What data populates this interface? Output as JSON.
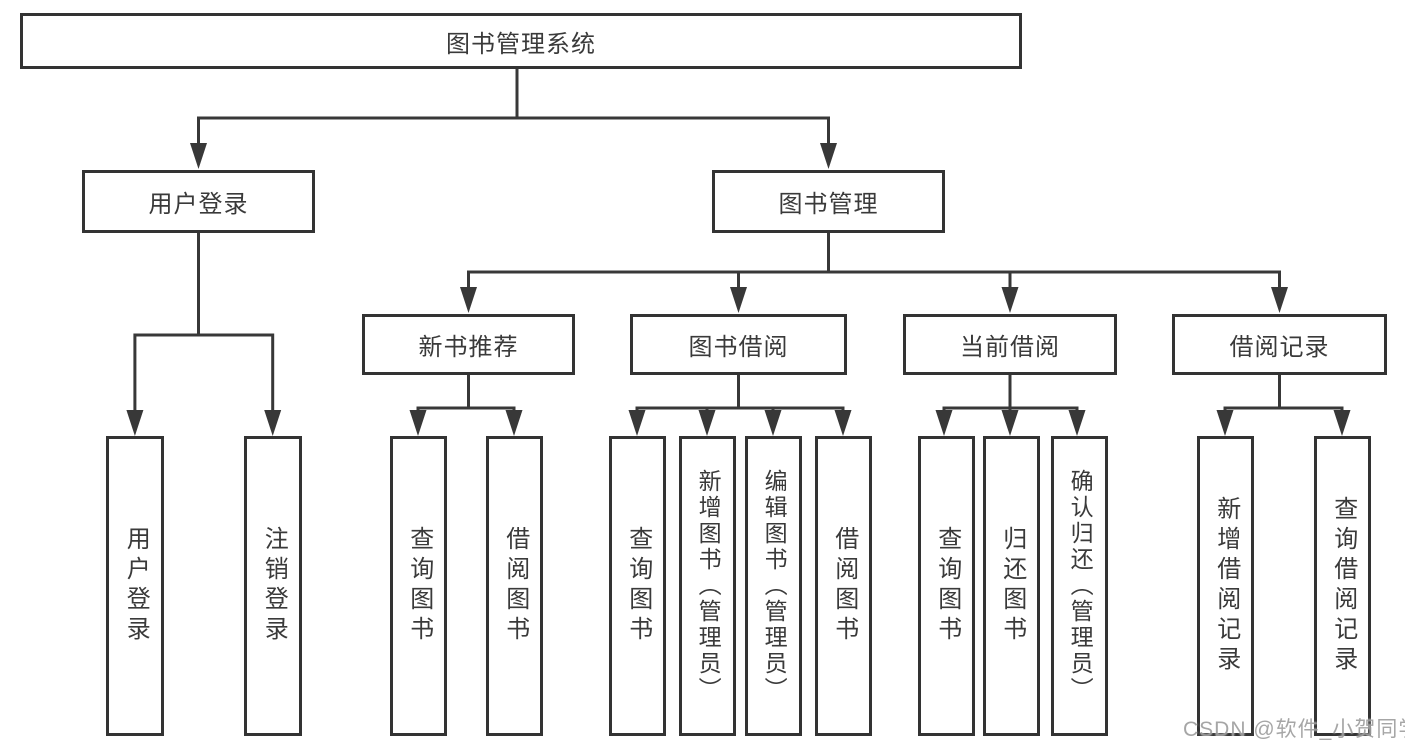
{
  "diagram": {
    "title": "图书管理系统",
    "root": {
      "label": "图书管理系统"
    },
    "level1": {
      "user_login": {
        "label": "用户登录"
      },
      "book_management": {
        "label": "图书管理"
      }
    },
    "level2": {
      "new_book_recommend": {
        "label": "新书推荐"
      },
      "book_borrow": {
        "label": "图书借阅"
      },
      "current_borrow": {
        "label": "当前借阅"
      },
      "borrow_record": {
        "label": "借阅记录"
      }
    },
    "leaves": {
      "user_login_action": {
        "label": "用户登录"
      },
      "logout_action": {
        "label": "注销登录"
      },
      "recommend_query_books": {
        "label": "查询图书"
      },
      "recommend_borrow_books": {
        "label": "借阅图书"
      },
      "borrow_query_books": {
        "label": "查询图书"
      },
      "borrow_add_books_admin": {
        "label": "新增图书（管理员）"
      },
      "borrow_edit_books_admin": {
        "label": "编辑图书（管理员）"
      },
      "borrow_borrow_books": {
        "label": "借阅图书"
      },
      "current_query_books": {
        "label": "查询图书"
      },
      "current_return_books": {
        "label": "归还图书"
      },
      "current_confirm_return_admin": {
        "label": "确认归还（管理员）"
      },
      "record_add_record": {
        "label": "新增借阅记录"
      },
      "record_query_record": {
        "label": "查询借阅记录"
      }
    },
    "watermark": "CSDN @软件_小贺同学",
    "colors": {
      "line": "#383838",
      "box_border": "#333333",
      "text": "#3a3a3a",
      "watermark": "#9f9f9f",
      "background": "#ffffff"
    }
  }
}
